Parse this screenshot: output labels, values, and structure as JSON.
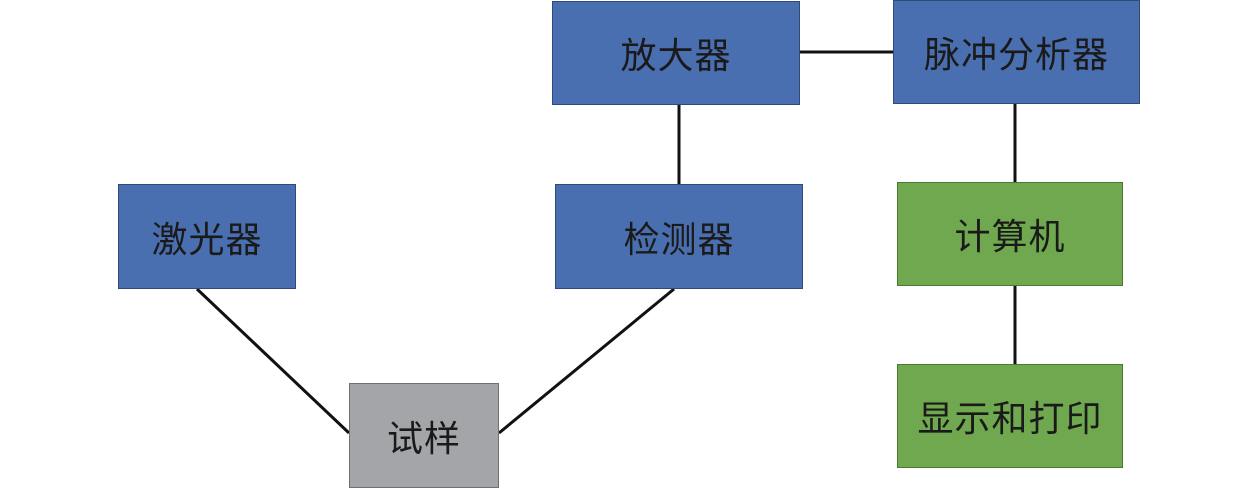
{
  "diagram": {
    "nodes": {
      "laser": {
        "label": "激光器",
        "color": "#4a6fb0"
      },
      "sample": {
        "label": "试样",
        "color": "#a4a5a8"
      },
      "detector": {
        "label": "检测器",
        "color": "#4a6fb0"
      },
      "amplifier": {
        "label": "放大器",
        "color": "#4a6fb0"
      },
      "pulse_analyzer": {
        "label": "脉冲分析器",
        "color": "#4a6fb0"
      },
      "computer": {
        "label": "计算机",
        "color": "#6fa84f"
      },
      "display_print": {
        "label": "显示和打印",
        "color": "#6fa84f"
      }
    },
    "edges": [
      {
        "from": "laser",
        "to": "sample"
      },
      {
        "from": "sample",
        "to": "detector"
      },
      {
        "from": "detector",
        "to": "amplifier"
      },
      {
        "from": "amplifier",
        "to": "pulse_analyzer"
      },
      {
        "from": "pulse_analyzer",
        "to": "computer"
      },
      {
        "from": "computer",
        "to": "display_print"
      }
    ]
  }
}
